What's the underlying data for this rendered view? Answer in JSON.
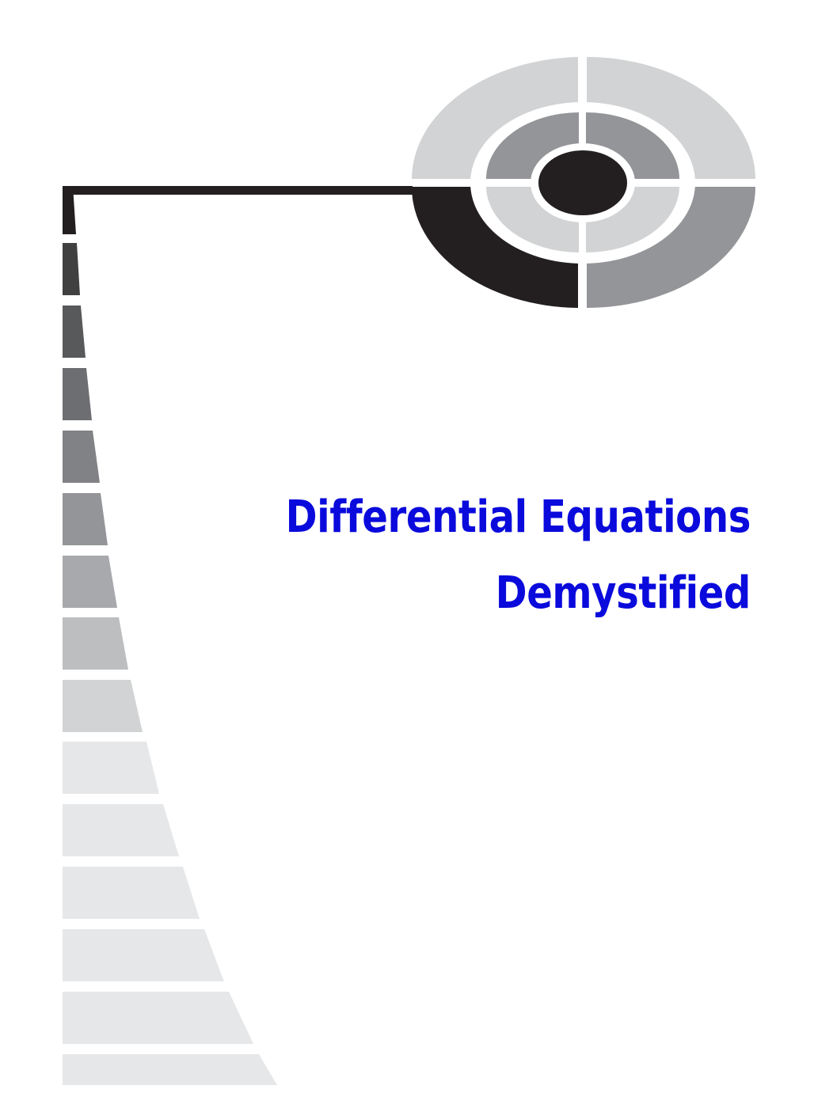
{
  "page": {
    "type": "book-title-page",
    "title_lines": [
      "Differential Equations",
      "Demystified"
    ],
    "title_color": "#0a0adc"
  },
  "graphic": {
    "name": "target-emblem",
    "colors": {
      "black": "#231f20",
      "dark_gray": "#939598",
      "light_gray": "#d1d3d4"
    },
    "ladder_bar_count": 14
  }
}
